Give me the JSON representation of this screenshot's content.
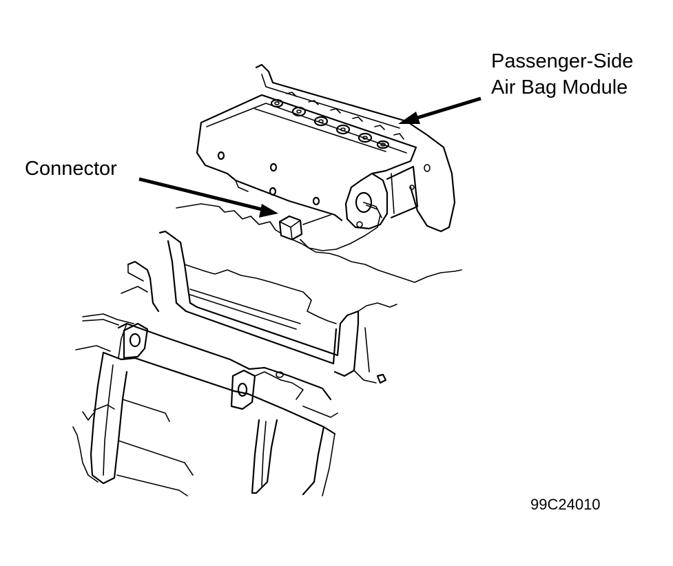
{
  "labels": {
    "module_line1": "Passenger-Side",
    "module_line2": "Air Bag Module",
    "connector": "Connector",
    "figure_number": "99C24010"
  }
}
